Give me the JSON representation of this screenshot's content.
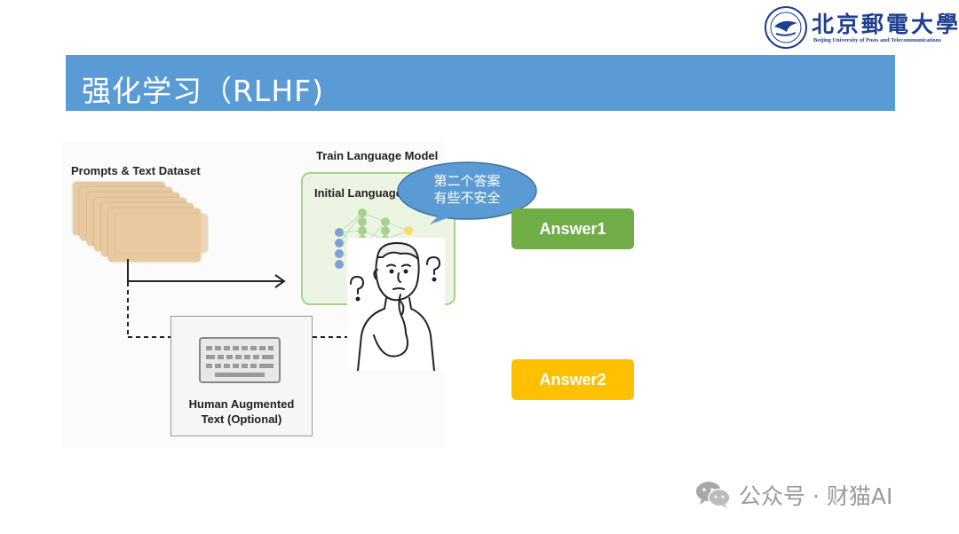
{
  "header": {
    "logo_cn": "北京郵電大學",
    "logo_en": "Beijing University of Posts and Telecommunications"
  },
  "title": "强化学习（RLHF)",
  "diagram": {
    "prompts_label": "Prompts & Text Dataset",
    "train_label": "Train Language Model",
    "initial_label": "Initial Language",
    "human_label_line1": "Human Augmented",
    "human_label_line2": "Text (Optional)"
  },
  "bubble": {
    "line1": "第二个答案",
    "line2": "有些不安全"
  },
  "answers": {
    "answer1": "Answer1",
    "answer2": "Answer2"
  },
  "footer": {
    "text": "公众号 · 财猫AI",
    "icon": "wechat-icon"
  },
  "colors": {
    "title_bar": "#5b9bd5",
    "answer1": "#70ad47",
    "answer2": "#ffc000",
    "bubble": "#5b9bd5",
    "model_border": "#a9d18e"
  }
}
